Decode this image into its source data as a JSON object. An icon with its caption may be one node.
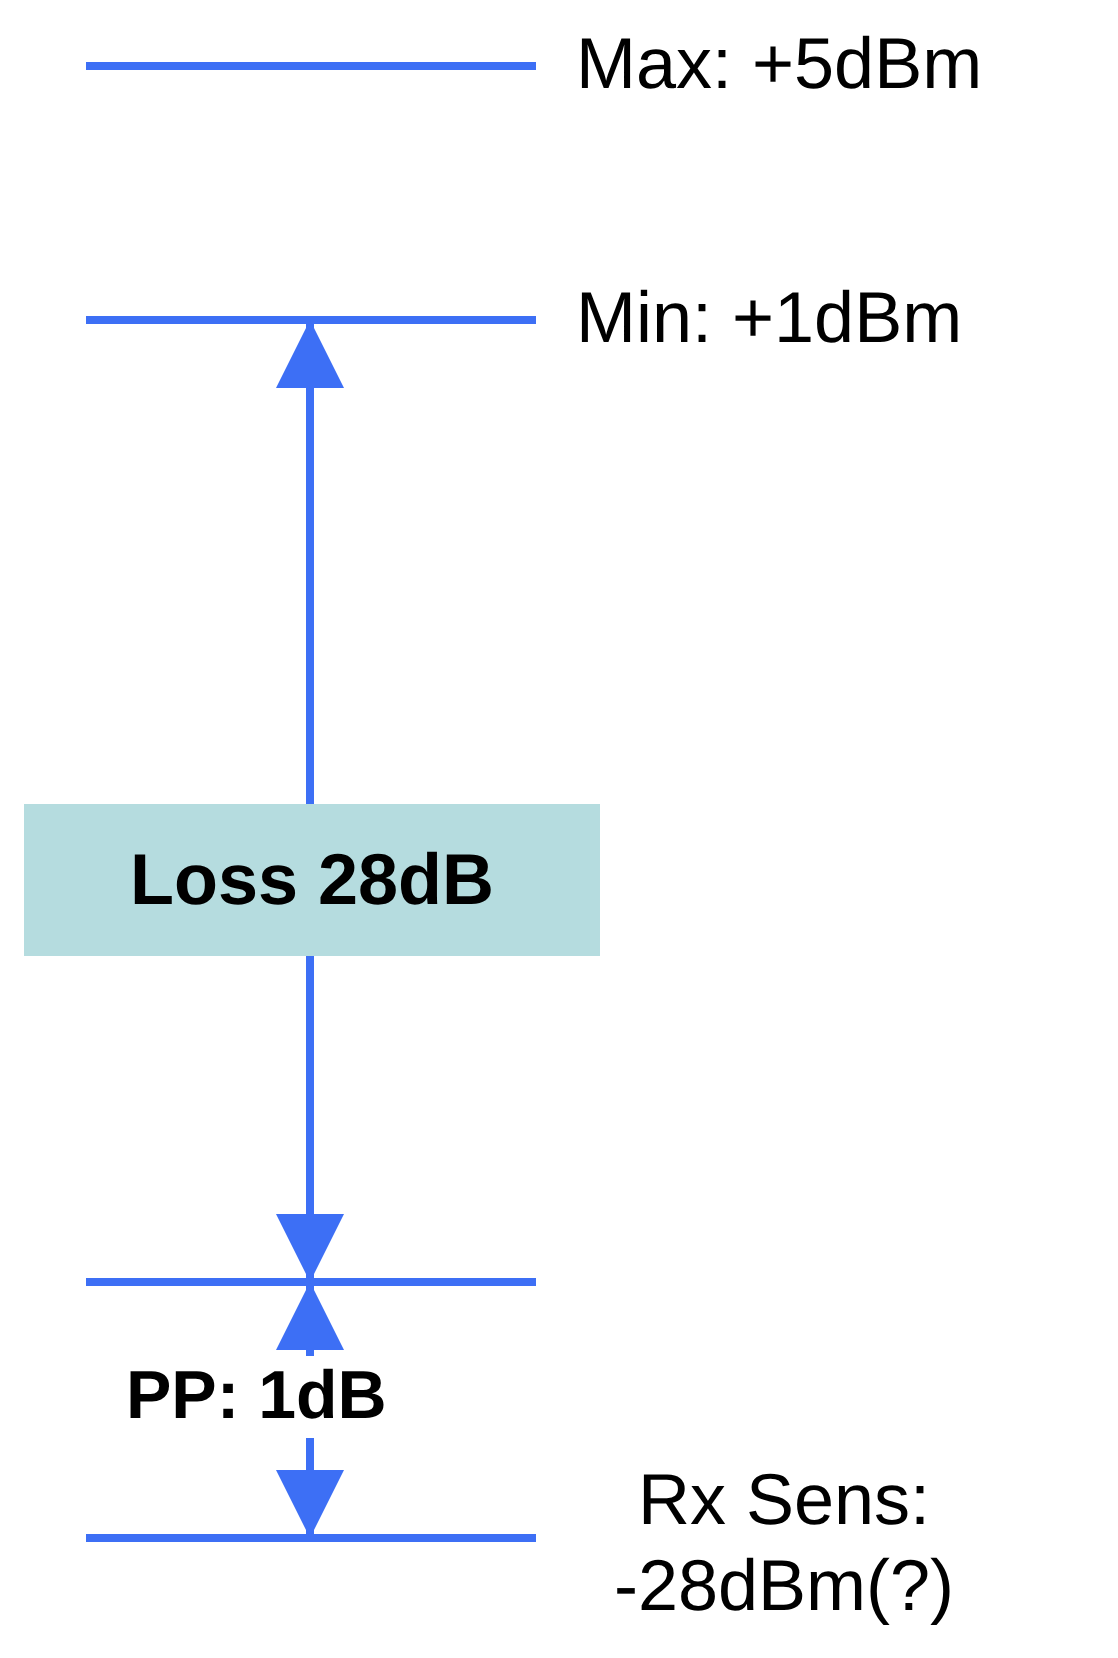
{
  "diagram": {
    "nodes": [
      {
        "text": [
          "Loss 28dB"
        ]
      }
    ],
    "labels": [
      "Max: +5dBm",
      "Min: +1dBm",
      "PP: 1dB",
      "Rx Sens: -28dBm(?)"
    ]
  }
}
